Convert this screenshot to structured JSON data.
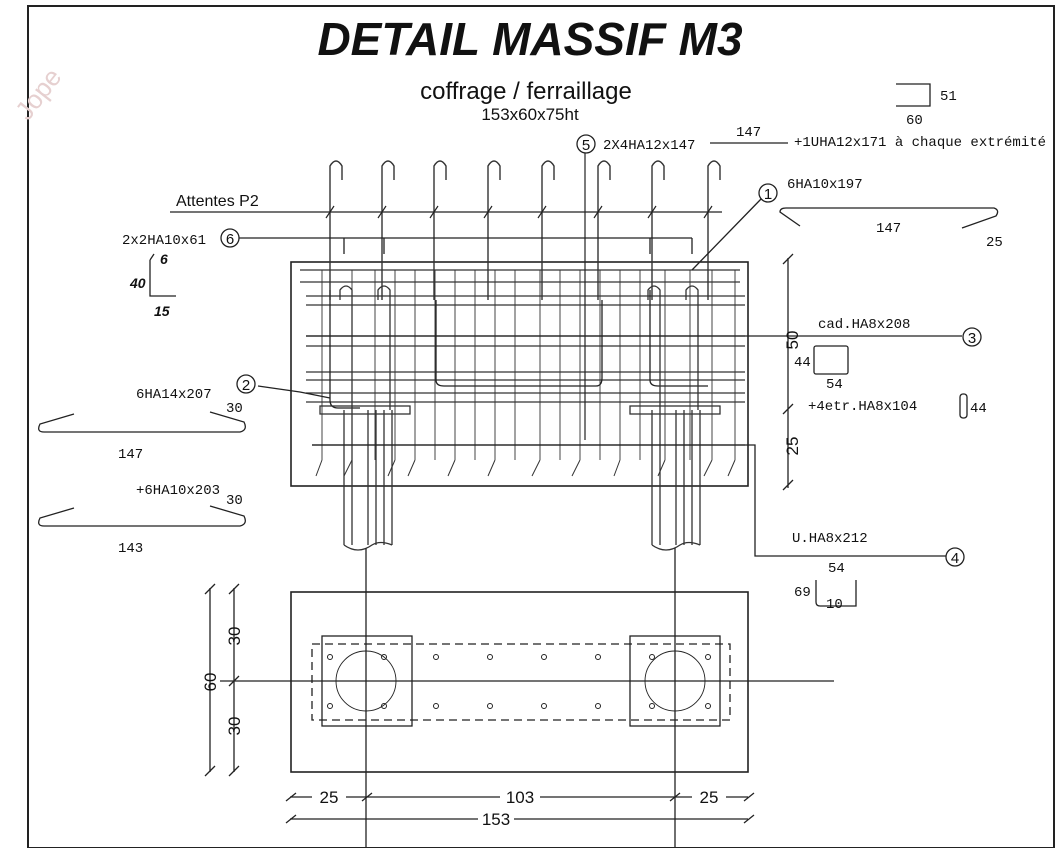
{
  "title": "DETAIL MASSIF M3",
  "subtitle": "coffrage / ferraillage",
  "dimensions": "153x60x75ht",
  "watermark": "Jope",
  "attentes_label": "Attentes  P2",
  "marks": {
    "m1": "1",
    "m2": "2",
    "m3": "3",
    "m4": "4",
    "m5": "5",
    "m6": "6"
  },
  "bars": {
    "b5_label": "2X4HA12x147",
    "b5_len": "147",
    "b5_extra": "+1UHA12x171 à chaque extrémité",
    "b5_shape_a": "51",
    "b5_shape_b": "60",
    "b1_label": "6HA10x197",
    "b1_len": "147",
    "b1_hook": "25",
    "b6_label": "2x2HA10x61",
    "b6_a": "6",
    "b6_b": "40",
    "b6_c": "15",
    "b3_label": "cad.HA8x208",
    "b3_a": "44",
    "b3_b": "54",
    "b3_extra": "+4etr.HA8x104",
    "b3_extra_len": "44",
    "b2_label": "6HA14x207",
    "b2_hook": "30",
    "b2_len": "147",
    "b2b_label": "+6HA10x203",
    "b2b_hook": "30",
    "b2b_len": "143",
    "b4_label": "U.HA8x212",
    "b4_a": "54",
    "b4_b": "69",
    "b4_c": "10"
  },
  "elevation_dims": {
    "top": "50",
    "bottom": "25"
  },
  "plan_dims": {
    "half1": "30",
    "total": "60",
    "half2": "30",
    "left": "25",
    "mid": "103",
    "right": "25",
    "overall": "153"
  }
}
